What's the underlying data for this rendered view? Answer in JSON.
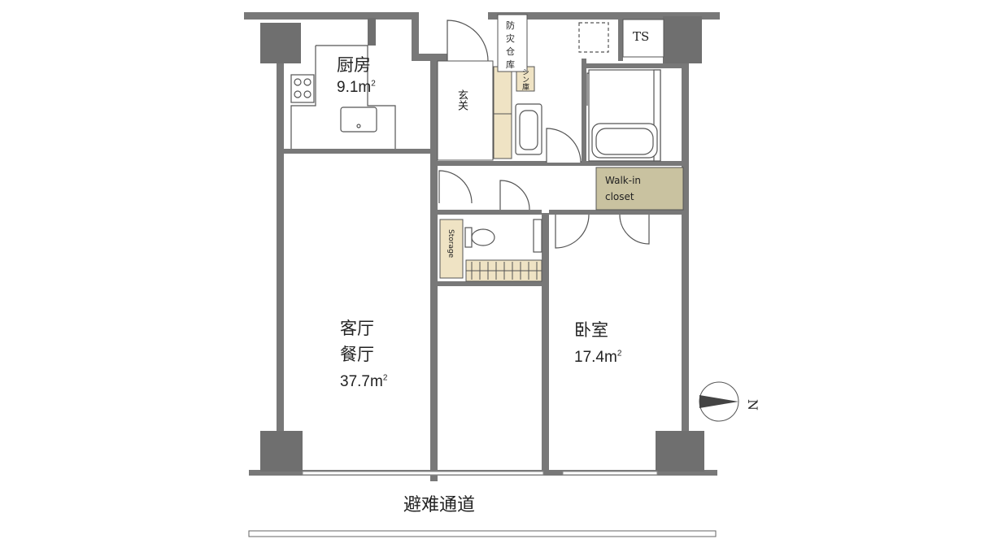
{
  "rooms": {
    "kitchen": {
      "name": "厨房",
      "area_value": "9.1m",
      "area_sup": "2"
    },
    "living": {
      "name_line1": "客厅",
      "name_line2": "餐厅",
      "area_value": "37.7m",
      "area_sup": "2"
    },
    "bedroom": {
      "name": "卧室",
      "area_value": "17.4m",
      "area_sup": "2"
    },
    "entrance": {
      "name": "玄关"
    },
    "disaster_storage": {
      "name": "防灾仓库"
    },
    "shoe_storage": {
      "name": "シン庫"
    },
    "walk_in_closet": {
      "name_line1": "Walk-in",
      "name_line2": "closet"
    },
    "storage": {
      "name": "Storage"
    },
    "ts": {
      "name": "TS"
    }
  },
  "corridor": {
    "label": "避难通道"
  },
  "compass": {
    "label": "N"
  },
  "colors": {
    "wall": "#787878",
    "pillar": "#6f6f6f",
    "storage_fill": "#efe3c4",
    "closet_fill": "#c9c2a0",
    "line": "#555555"
  }
}
